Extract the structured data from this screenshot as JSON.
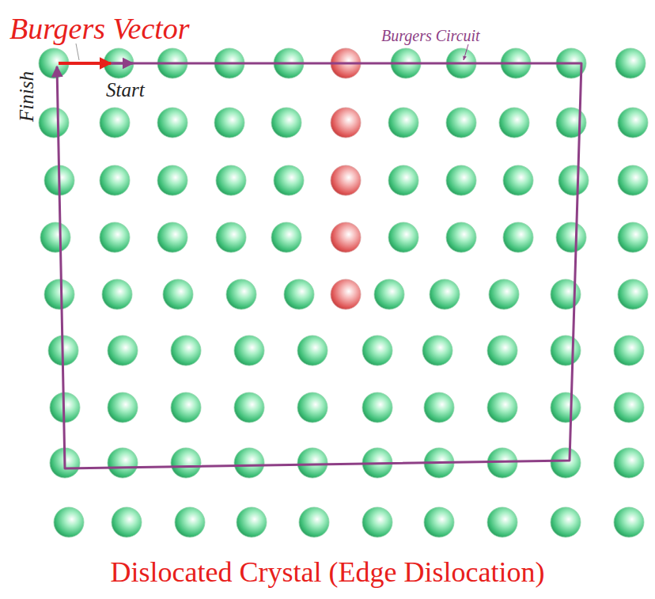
{
  "diagram": {
    "caption": "Dislocated Crystal (Edge Dislocation)",
    "labels": [
      "Burgers Vector",
      "Burgers Circuit",
      "Start",
      "Finish"
    ]
  }
}
